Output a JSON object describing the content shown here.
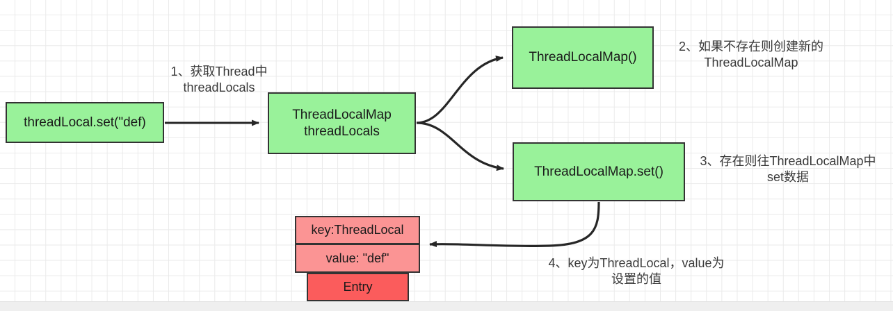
{
  "diagram": {
    "title": "ThreadLocal set flow",
    "colors": {
      "node_green": "#99f29a",
      "node_red_light": "#fb9494",
      "node_red_dark": "#fb5c5c",
      "border": "#333333",
      "grid": "#eaeaea",
      "background": "#ffffff"
    },
    "nodes": {
      "threadlocal_set": "threadLocal.set(\"def)",
      "threadlocals": "ThreadLocalMap\nthreadLocals",
      "tlm_constructor": "ThreadLocalMap()",
      "tlm_set": "ThreadLocalMap.set()",
      "entry_key": "key:ThreadLocal",
      "entry_value": "value: \"def\"",
      "entry_label": "Entry"
    },
    "labels": {
      "step1": "1、获取Thread中\nthreadLocals",
      "step2": "2、如果不存在则创建新的\nThreadLocalMap",
      "step3": "3、存在则往ThreadLocalMap中\nset数据",
      "step4": "4、key为ThreadLocal，value为\n设置的值"
    }
  }
}
